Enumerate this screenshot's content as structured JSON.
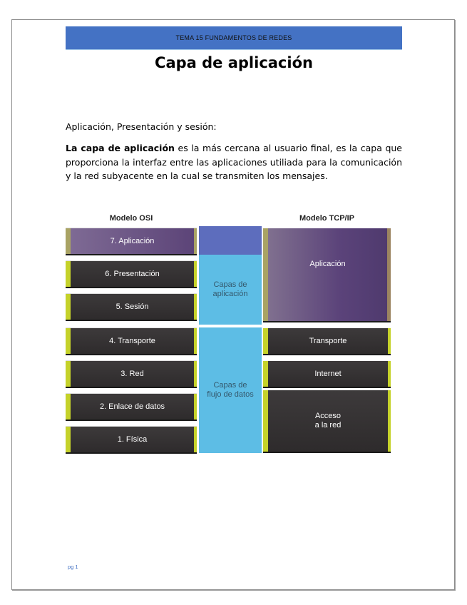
{
  "header": {
    "band_text": "TEMA 15 FUNDAMENTOS DE REDES"
  },
  "title": "Capa de aplicación",
  "subheading": "Aplicación, Presentación y sesión:",
  "paragraph": {
    "bold_lead": "La capa de aplicación",
    "body": " es la más cercana al usuario final, es la capa que proporciona la interfaz entre las aplicaciones utiliada para la comunicación y la red subyacente en la cual se transmiten los mensajes."
  },
  "diagram": {
    "osi_heading": "Modelo OSI",
    "tcp_heading": "Modelo TCP/IP",
    "osi_layers": [
      "7. Aplicación",
      "6. Presentación",
      "5. Sesión",
      "4. Transporte",
      "3. Red",
      "2. Enlace de datos",
      "1. Física"
    ],
    "groups": [
      {
        "line1": "Capas de",
        "line2": "aplicación"
      },
      {
        "line1": "Capas de",
        "line2": "flujo de datos"
      }
    ],
    "tcp_layers": [
      {
        "line1": "Aplicación",
        "line2": ""
      },
      {
        "line1": "Transporte",
        "line2": ""
      },
      {
        "line1": "Internet",
        "line2": ""
      },
      {
        "line1": "Acceso",
        "line2": "a la red"
      }
    ],
    "colors": {
      "layer_dark": "#2e2b2c",
      "layer_accent": "#c5d22a",
      "application_purple": "#5c4478",
      "group_blue": "#5dbde5"
    }
  },
  "footer": {
    "page_label": "pg 1"
  },
  "colors": {
    "header_band": "#4472c4"
  }
}
